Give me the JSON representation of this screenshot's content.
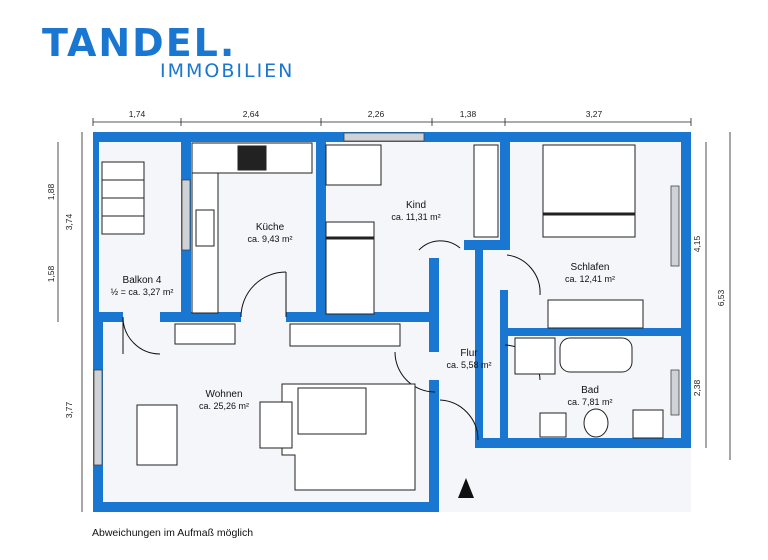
{
  "brand": {
    "name": "TANDEL.",
    "subtitle": "IMMOBILIEN",
    "color": "#1a77d1"
  },
  "plan": {
    "wall_color": "#1a77d1",
    "rooms": [
      {
        "name": "Küche",
        "area": "ca. 9,43 m²"
      },
      {
        "name": "Kind",
        "area": "ca. 11,31 m²"
      },
      {
        "name": "Schlafen",
        "area": "ca. 12,41 m²"
      },
      {
        "name": "Balkon 4",
        "area": "½ = ca. 3,27 m²"
      },
      {
        "name": "Wohnen",
        "area": "ca. 25,26 m²"
      },
      {
        "name": "Flur",
        "area": "ca. 5,58 m²"
      },
      {
        "name": "Bad",
        "area": "ca. 7,81 m²"
      }
    ],
    "dimensions_top": [
      "1,74",
      "2,64",
      "2,26",
      "1,38",
      "3,27"
    ],
    "dimensions_left": [
      "1,88",
      "1,58",
      "3,74",
      "3,77"
    ],
    "dimensions_right": [
      "4,15",
      "2,38",
      "6,53"
    ],
    "north_arrow": "north-arrow-icon"
  },
  "footer": {
    "note": "Abweichungen im Aufmaß möglich"
  }
}
